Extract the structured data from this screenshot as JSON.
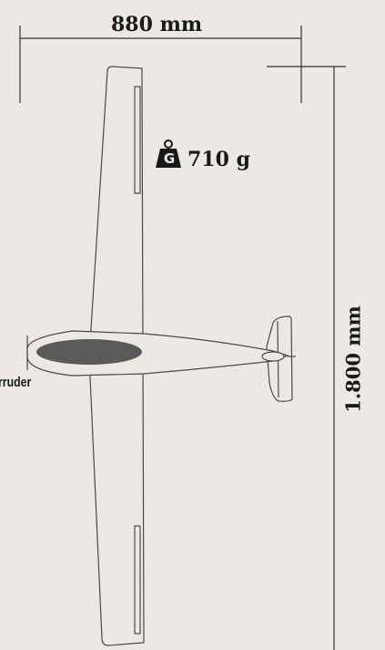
{
  "dimensions": {
    "fuselage_length": "880 mm",
    "wingspan": "1.800 mm",
    "weight": "710 g"
  },
  "icons": {
    "weight_icon": "kettlebell-weight-icon",
    "weight_icon_letter": "G"
  },
  "labels": {
    "rudder_fragment": "rruder"
  },
  "colors": {
    "background": "#ece8e3",
    "outline": "#4a4a4a",
    "canopy": "#5a5a5a",
    "text": "#1a1a1a"
  }
}
